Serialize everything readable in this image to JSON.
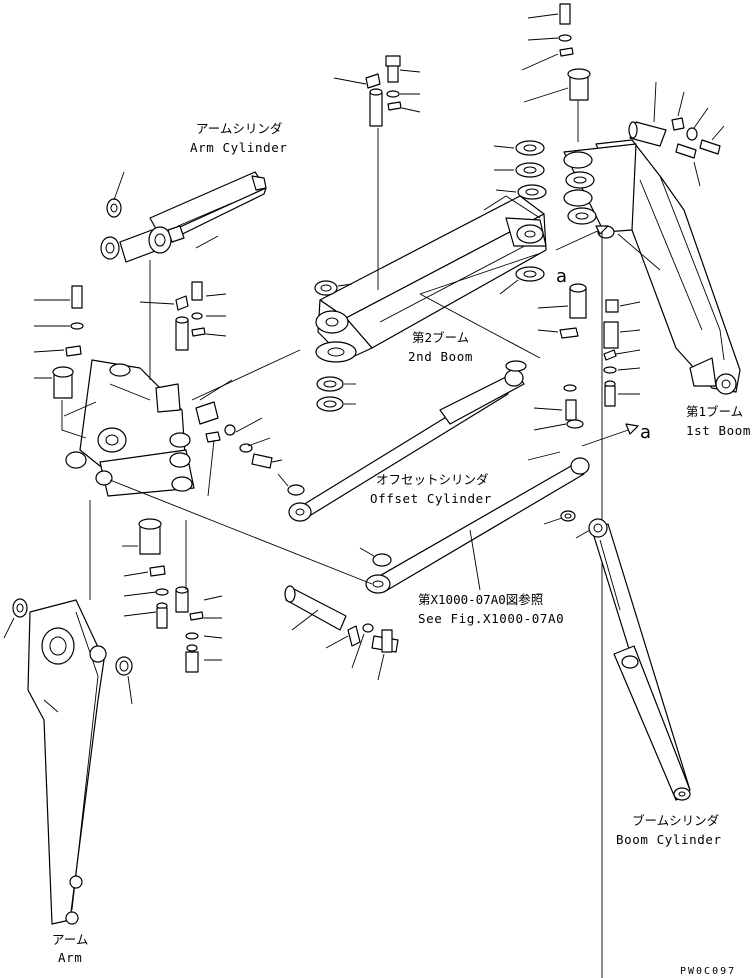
{
  "labels": {
    "arm_cylinder_ja": "アームシリンダ",
    "arm_cylinder_en": "Arm Cylinder",
    "second_boom_ja": "第2ブーム",
    "second_boom_en": "2nd Boom",
    "first_boom_ja": "第1ブーム",
    "first_boom_en": "1st Boom",
    "offset_cylinder_ja": "オフセットシリンダ",
    "offset_cylinder_en": "Offset Cylinder",
    "see_fig_ja": "第X1000-07A0図参照",
    "see_fig_en": "See Fig.X1000-07A0",
    "boom_cylinder_ja": "ブームシリンダ",
    "boom_cylinder_en": "Boom Cylinder",
    "arm_ja": "アーム",
    "arm_en": "Arm",
    "ref_a_1": "a",
    "ref_a_2": "a",
    "drawing_code": "PW0C097"
  }
}
